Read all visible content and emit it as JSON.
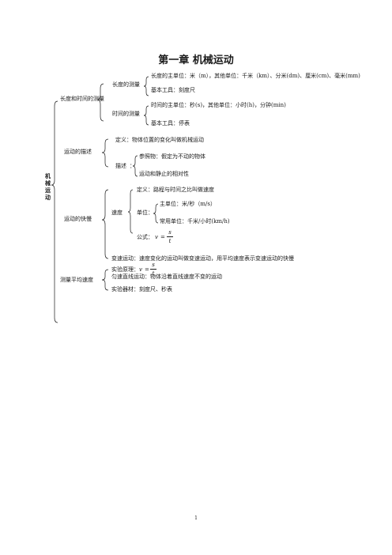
{
  "title": "第一章   机械运动",
  "root": "机械运动",
  "sec1": {
    "label": "长度和时间的测量",
    "length": {
      "label": "长度的测量",
      "unit": "长度的主单位：米（m），其他单位：千米（km）、分米(dm)、厘米(cm)、毫米(mm)",
      "tool": "基本工具：刻度尺"
    },
    "time": {
      "label": "时间的测量",
      "unit": "时间的主单位：秒(s)，其他单位：小时(h)，分钟(min)",
      "tool": "基本工具：停表"
    }
  },
  "sec2": {
    "label": "运动的描述",
    "definition": "定义：物体位置的变化叫做机械运动",
    "describe_label": "描述",
    "reference": "参照物：假定为不动的物体",
    "relativity": "运动和静止的相对性"
  },
  "sec3": {
    "label": "运动的快慢",
    "speed_label": "速度",
    "definition": "定义：路程与时间之比叫做速度",
    "unit_label": "单位：",
    "main_unit": "主单位：米/秒（m/s）",
    "common_unit": "常用单位：千米/小时(km/h)",
    "formula_label": "公式：",
    "variable": "变速运动：速度变化的运动叫做变速运动，用平均速度表示变速运动的快慢",
    "uniform": "匀速直线运动：物体沿着直线速度不变的运动"
  },
  "sec4": {
    "label": "测量平均速度",
    "principle_label": "实验原理：",
    "equipment": "实验器材：刻度尺、秒表"
  },
  "formula": {
    "lhs": "v",
    "eq": "=",
    "num": "s",
    "den": "t"
  },
  "page_number": "1"
}
